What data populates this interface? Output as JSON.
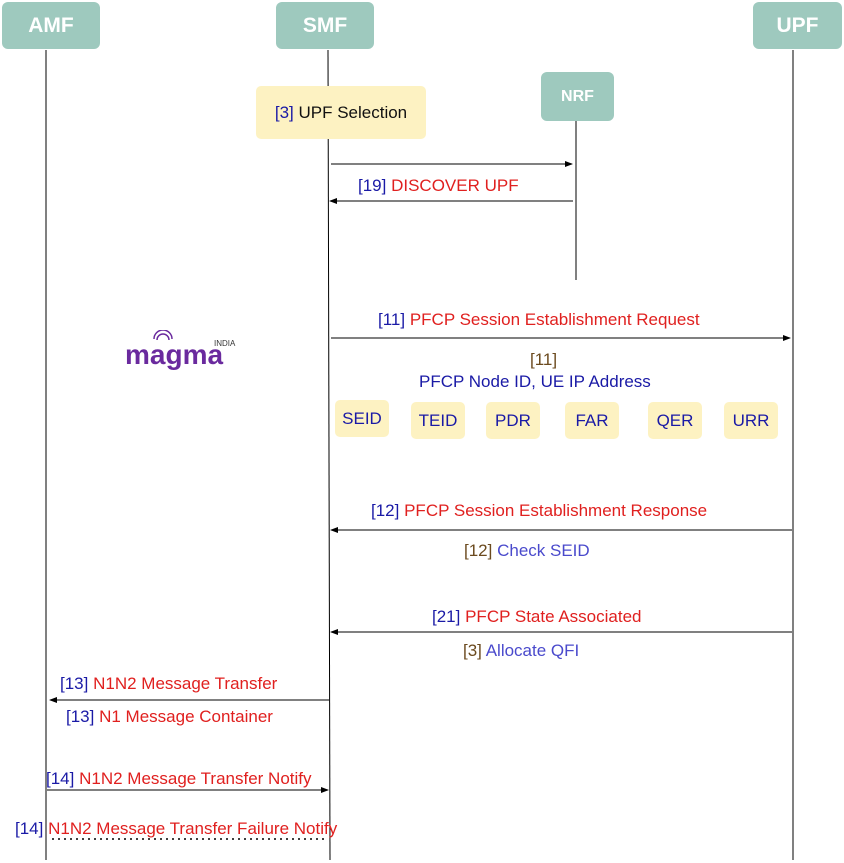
{
  "actors": {
    "amf": "AMF",
    "smf": "SMF",
    "upf": "UPF",
    "nrf": "NRF"
  },
  "upf_selection": {
    "ref": "[3]",
    "text": "UPF Selection"
  },
  "discover": {
    "ref": "[19]",
    "text": "DISCOVER UPF"
  },
  "est_req": {
    "ref": "[11]",
    "text": "PFCP Session Establishment Request"
  },
  "ie_block": {
    "ref": "[11]",
    "text": "PFCP Node ID,  UE IP Address"
  },
  "ies": [
    "SEID",
    "TEID",
    "PDR",
    "FAR",
    "QER",
    "URR"
  ],
  "est_resp": {
    "ref": "[12]",
    "text": "PFCP Session Establishment Response"
  },
  "check_seid": {
    "ref": "[12]",
    "text": "Check SEID"
  },
  "state_assoc": {
    "ref": "[21]",
    "text": "PFCP State Associated"
  },
  "alloc_qfi": {
    "ref": "[3]",
    "text": "Allocate QFI"
  },
  "n1n2_transfer": {
    "ref": "[13]",
    "text": "N1N2 Message Transfer"
  },
  "n1_container": {
    "ref": "[13]",
    "text": "N1 Message Container"
  },
  "n1n2_notify": {
    "ref": "[14]",
    "text": "N1N2 Message Transfer Notify"
  },
  "n1n2_fail": {
    "ref": "[14]",
    "text": "N1N2 Message Transfer Failure Notify"
  },
  "logo": {
    "brand": "magma",
    "region": "INDIA"
  },
  "colors": {
    "actor": "#9ec9be",
    "note_box": "#fdf2c2",
    "ref": "#1a1aa6",
    "message": "#e0201f"
  }
}
